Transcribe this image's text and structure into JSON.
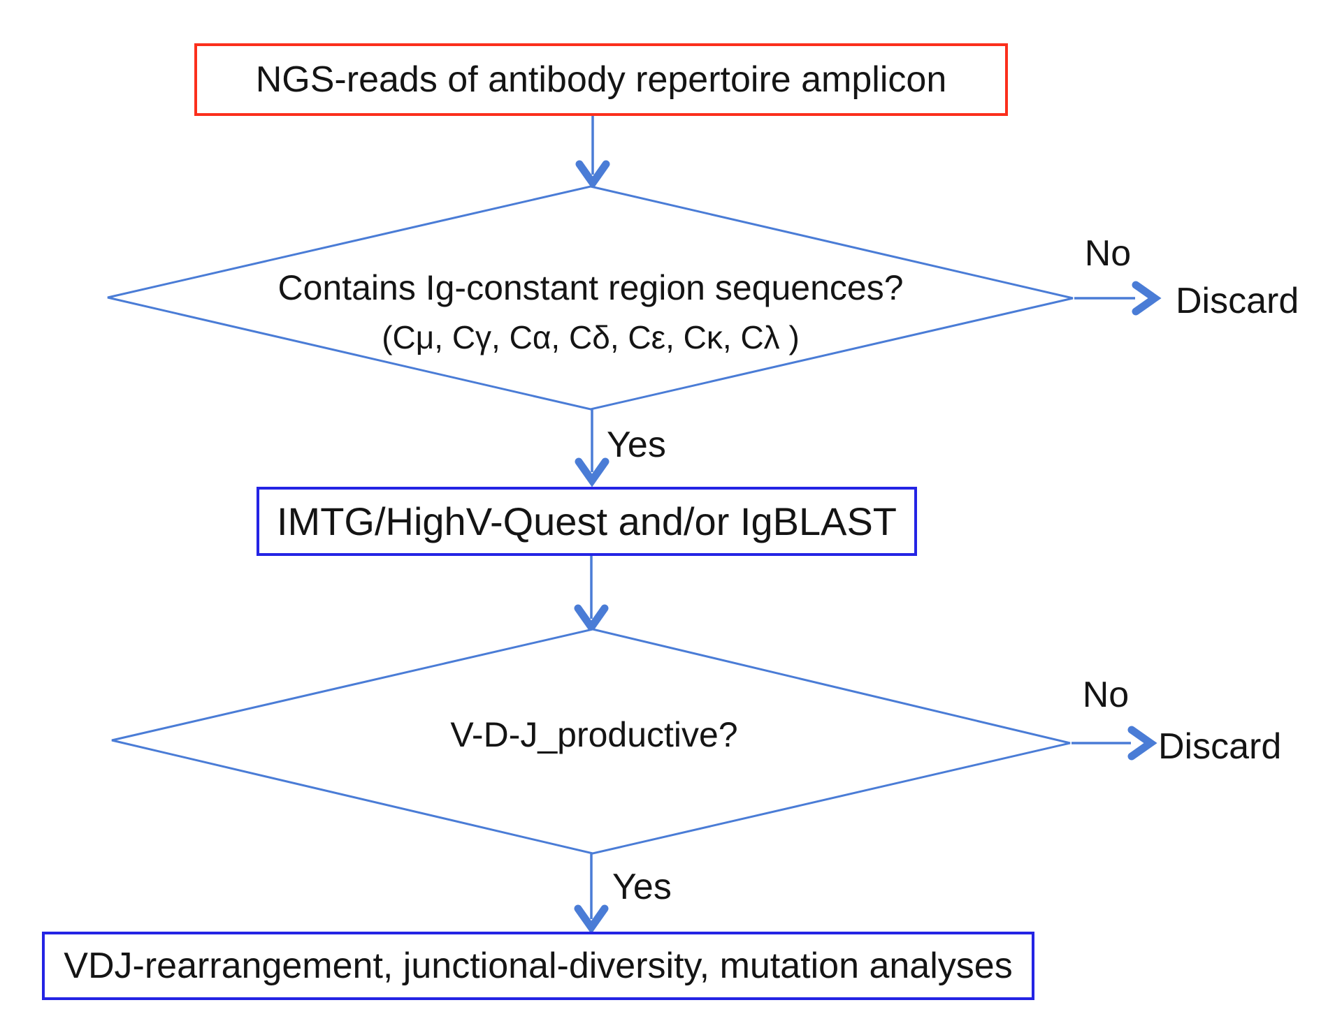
{
  "flowchart": {
    "title_node": {
      "label": "NGS-reads of antibody repertoire amplicon"
    },
    "decision1": {
      "question": "Contains Ig-constant region sequences?",
      "detail": "(Cμ, Cγ, Cα, Cδ, Cε, Cκ, Cλ )",
      "no_label": "No",
      "no_target": "Discard",
      "yes_label": "Yes"
    },
    "process1": {
      "label": "IMTG/HighV-Quest and/or IgBLAST"
    },
    "decision2": {
      "question": "V-D-J_productive?",
      "no_label": "No",
      "no_target": "Discard",
      "yes_label": "Yes"
    },
    "result_node": {
      "label": "VDJ-rearrangement, junctional-diversity, mutation analyses"
    }
  },
  "colors": {
    "flow_blue": "#4a7cd6",
    "box_blue": "#2424e4",
    "alert_red": "#fb2f1c",
    "text_black": "#141414"
  }
}
